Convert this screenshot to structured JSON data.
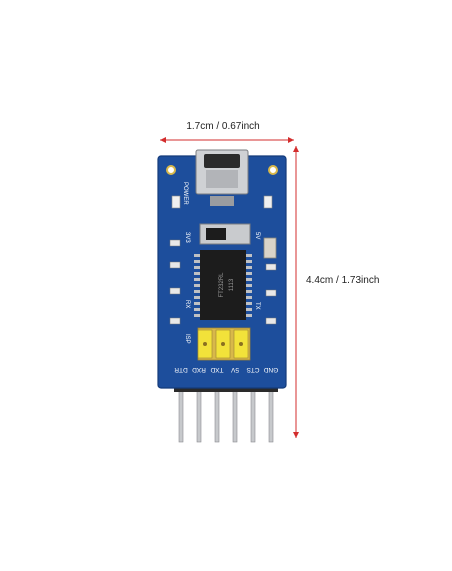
{
  "dimensions": {
    "width_label": "1.7cm / 0.67inch",
    "height_label": "4.4cm / 1.73inch"
  },
  "board": {
    "silkscreen": {
      "power": "POWER",
      "v33": "3V3",
      "v5": "5V",
      "rx": "RX",
      "tx": "TX",
      "isp": "ISP",
      "pins": [
        "DTR",
        "RXD",
        "TXD",
        "5V",
        "CTS",
        "GND"
      ]
    },
    "chip_text": [
      "FT232RL",
      "1113"
    ]
  },
  "colors": {
    "pcb": "#1d4e9c",
    "pcb_dark": "#143b7a",
    "gold": "#d8b84a",
    "yellow_cap": "#f2e23a",
    "chip": "#1c1c1c",
    "line": "#d32d2d",
    "silver": "#c7c9cc"
  }
}
